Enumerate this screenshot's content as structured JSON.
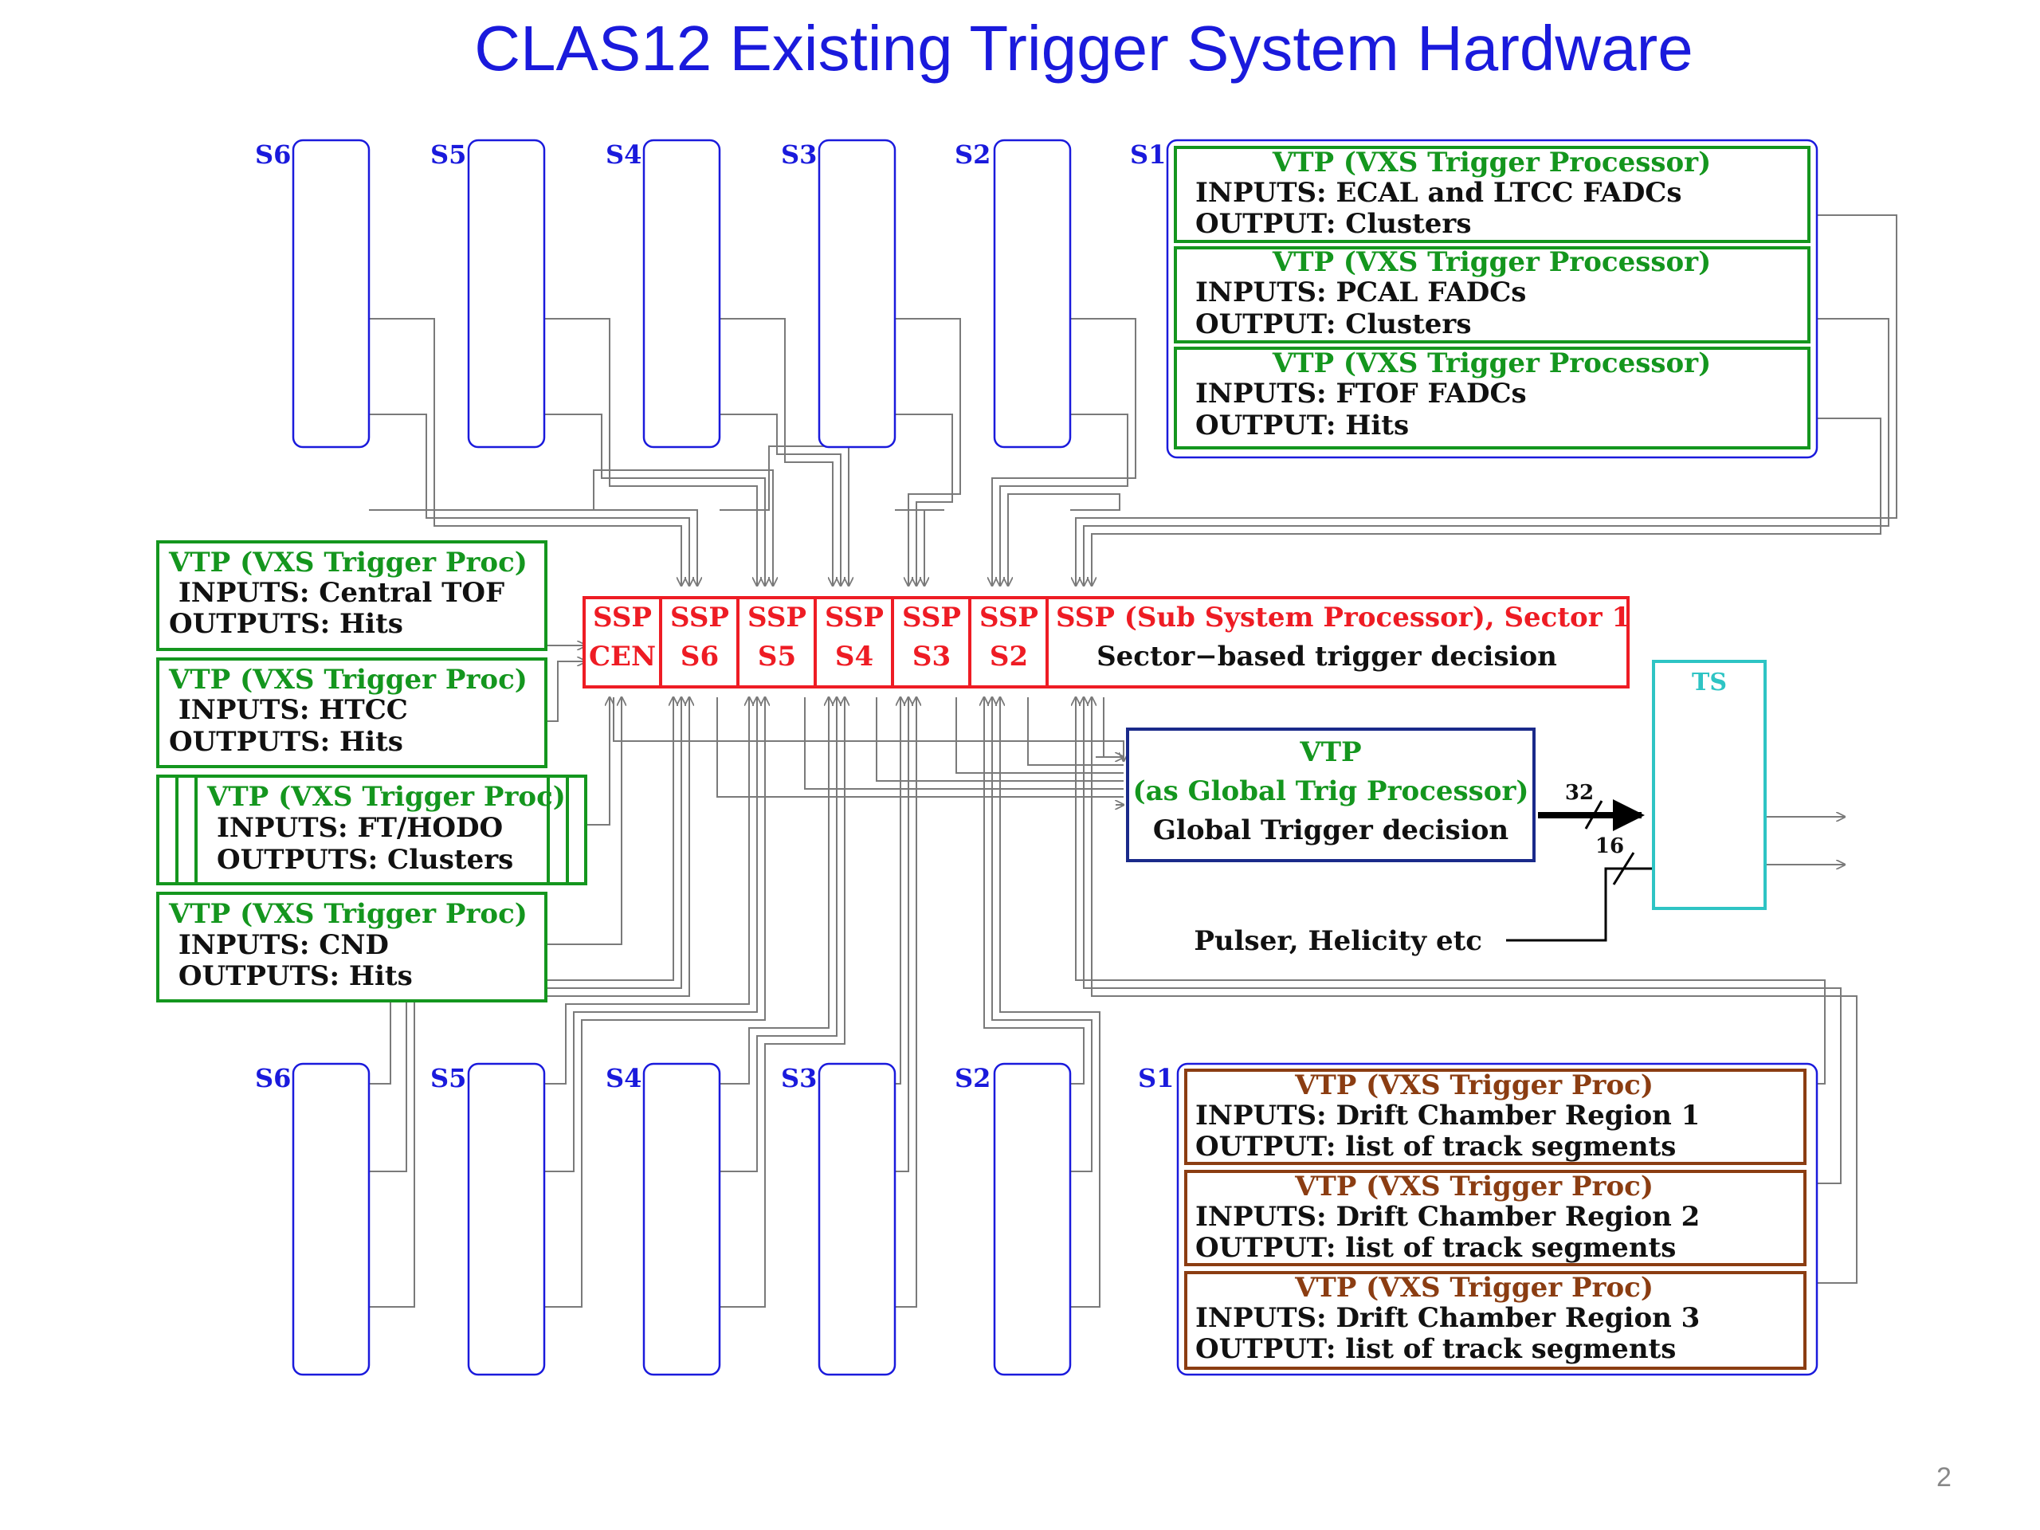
{
  "title": "CLAS12 Existing Trigger System Hardware",
  "page_number": "2",
  "colors": {
    "title": "#1a1adc",
    "crate": "#1a1adc",
    "green": "#14961e",
    "red": "#ee1c24",
    "brown": "#8b3d12",
    "navy": "#1a2a8a",
    "cyan": "#2ec4c4",
    "wire": "#7a7a7a"
  },
  "crates": {
    "top_labels": [
      "S6",
      "S5",
      "S4",
      "S3",
      "S2",
      "S1"
    ],
    "bottom_labels": [
      "S6",
      "S5",
      "S4",
      "S3",
      "S2",
      "S1"
    ]
  },
  "top_vtp": [
    {
      "title": "VTP (VXS Trigger Processor)",
      "inputs": "INPUTS: ECAL and LTCC FADCs",
      "output": "OUTPUT:  Clusters"
    },
    {
      "title": "VTP (VXS Trigger Processor)",
      "inputs": "INPUTS: PCAL FADCs",
      "output": "OUTPUT:  Clusters"
    },
    {
      "title": "VTP (VXS Trigger Processor)",
      "inputs": "INPUTS: FTOF FADCs",
      "output": "OUTPUT: Hits"
    }
  ],
  "left_vtp": [
    {
      "title": "VTP (VXS Trigger Proc)",
      "inputs": " INPUTS: Central TOF",
      "output": "OUTPUTS: Hits"
    },
    {
      "title": "VTP (VXS Trigger Proc)",
      "inputs": " INPUTS: HTCC",
      "output": "OUTPUTS: Hits"
    },
    {
      "title": "VTP (VXS Trigger Proc)",
      "inputs": "INPUTS: FT/HODO",
      "output": "OUTPUTS: Clusters"
    },
    {
      "title": "VTP (VXS Trigger Proc)",
      "inputs": " INPUTS: CND",
      "output": " OUTPUTS: Hits"
    }
  ],
  "ssp": {
    "cells": [
      {
        "top": "SSP",
        "bottom": "CEN"
      },
      {
        "top": "SSP",
        "bottom": "S6"
      },
      {
        "top": "SSP",
        "bottom": "S5"
      },
      {
        "top": "SSP",
        "bottom": "S4"
      },
      {
        "top": "SSP",
        "bottom": "S3"
      },
      {
        "top": "SSP",
        "bottom": "S2"
      }
    ],
    "sector1_title": "SSP (Sub System Processor), Sector 1",
    "sector1_desc": "Sector−based trigger decision"
  },
  "global_vtp": {
    "line1": "VTP",
    "line2": "(as Global Trig Processor)",
    "line3": "Global Trigger decision"
  },
  "ts": {
    "label": "TS"
  },
  "bus_labels": {
    "bus_32": "32",
    "bus_16": "16"
  },
  "pulser": "Pulser, Helicity etc",
  "dc_vtp": [
    {
      "title": "VTP (VXS Trigger Proc)",
      "inputs": "INPUTS: Drift Chamber Region 1",
      "output": "OUTPUT: list of track segments"
    },
    {
      "title": "VTP (VXS Trigger Proc)",
      "inputs": "INPUTS: Drift Chamber Region 2",
      "output": "OUTPUT: list of track segments"
    },
    {
      "title": "VTP (VXS Trigger Proc)",
      "inputs": "INPUTS: Drift Chamber Region 3",
      "output": "OUTPUT: list of track segments"
    }
  ]
}
